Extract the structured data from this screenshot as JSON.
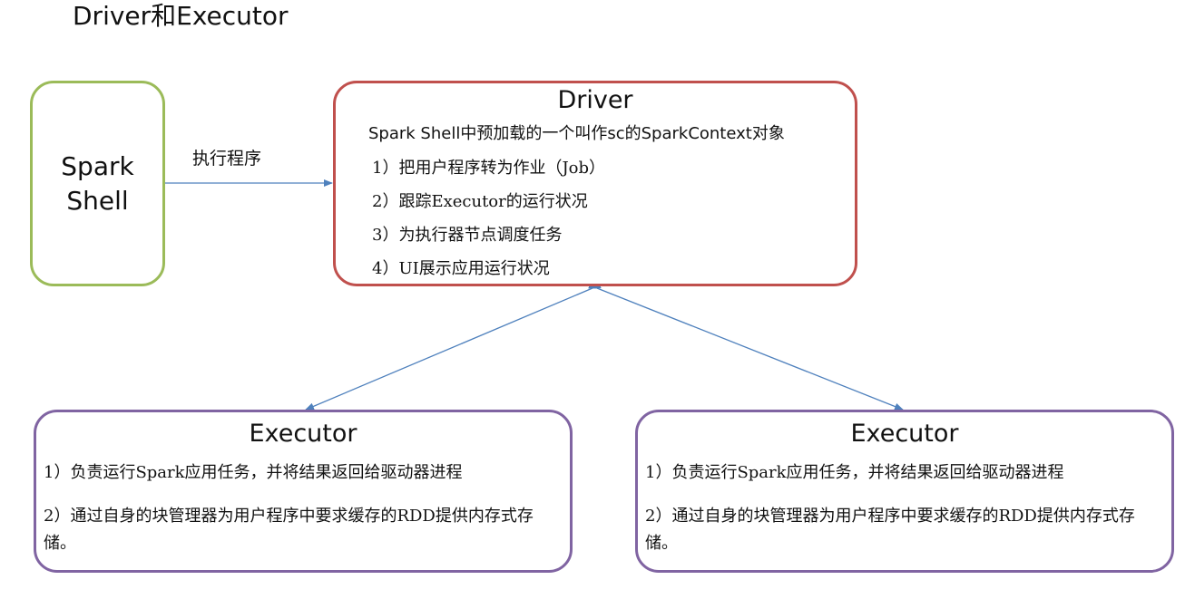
{
  "title": "Driver和Executor",
  "spark_shell": {
    "label": "Spark Shell"
  },
  "arrow_label": "执行程序",
  "driver": {
    "title": "Driver",
    "subtitle": "Spark Shell中预加载的一个叫作sc的SparkContext对象",
    "items": [
      "1）把用户程序转为作业（Job）",
      "2）跟踪Executor的运行状况",
      "3）为执行器节点调度任务",
      "4）UI展示应用运行状况"
    ]
  },
  "executors": [
    {
      "title": "Executor",
      "items": [
        "1）负责运行Spark应用任务，并将结果返回给驱动器进程",
        "2）通过自身的块管理器为用户程序中要求缓存的RDD提供内存式存储。"
      ]
    },
    {
      "title": "Executor",
      "items": [
        "1）负责运行Spark应用任务，并将结果返回给驱动器进程",
        "2）通过自身的块管理器为用户程序中要求缓存的RDD提供内存式存储。"
      ]
    }
  ],
  "colors": {
    "spark_shell_border": "#9bbb59",
    "driver_border": "#c0504d",
    "executor_border": "#8064a2",
    "arrow": "#4f81bd"
  }
}
